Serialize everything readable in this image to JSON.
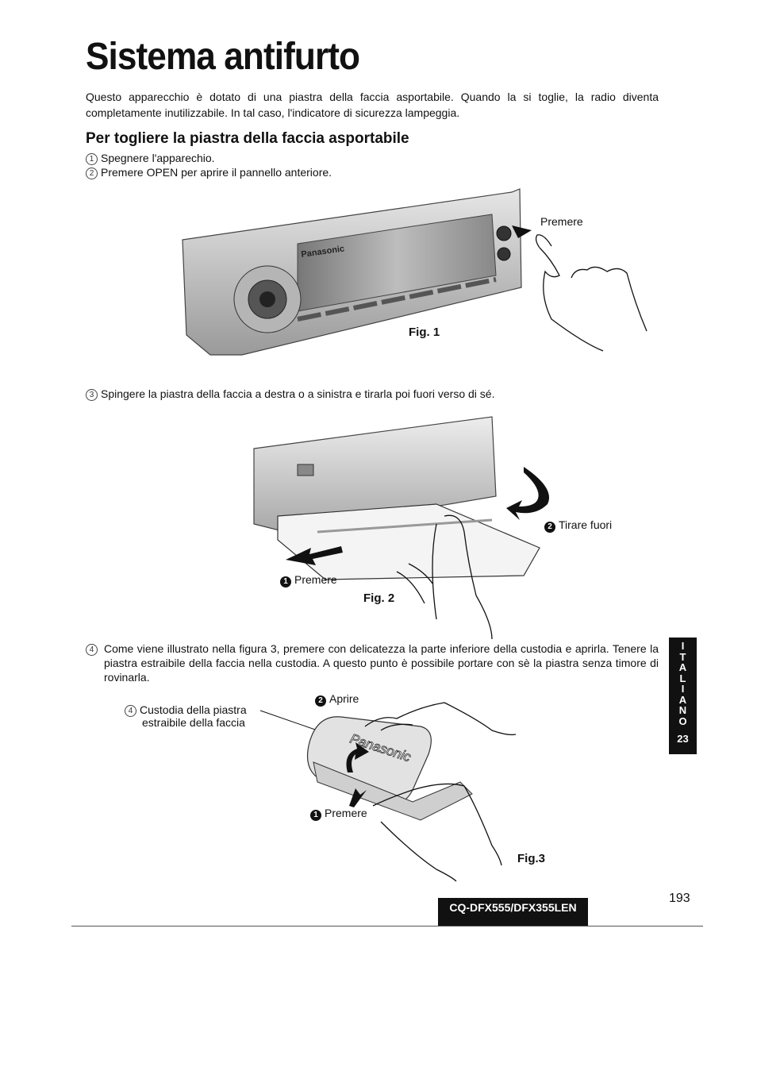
{
  "title": "Sistema antifurto",
  "intro": "Questo apparecchio è dotato di una piastra della faccia asportabile. Quando la si toglie, la radio diventa completamente inutilizzabile. In tal caso, l'indicatore di sicurezza lampeggia.",
  "section_heading": "Per togliere la piastra della faccia asportabile",
  "steps": [
    {
      "num": "1",
      "text": "Spegnere l'apparechio."
    },
    {
      "num": "2",
      "text": "Premere OPEN per aprire il pannello anteriore."
    },
    {
      "num": "3",
      "text": "Spingere la piastra della faccia a destra o a sinistra e tirarla poi fuori verso di sé."
    },
    {
      "num": "4",
      "text": "Come viene illustrato nella figura 3, premere con delicatezza la parte inferiore della custodia e aprirla. Tenere la piastra estraibile della faccia nella custodia. A questo punto è possibile portare con sè la piastra senza timore di rovinarla."
    }
  ],
  "fig1": {
    "label": "Fig. 1",
    "callout": "Premere",
    "brand": "Panasonic"
  },
  "fig2": {
    "label": "Fig. 2",
    "callout_push": {
      "marker": "1",
      "text": "Premere"
    },
    "callout_pull": {
      "marker": "2",
      "text": "Tirare fuori"
    }
  },
  "fig3": {
    "label": "Fig.3",
    "callout_open": {
      "marker": "2",
      "text": "Aprire"
    },
    "callout_push": {
      "marker": "1",
      "text": "Premere"
    },
    "case_label": {
      "marker": "4",
      "line1": "Custodia della piastra",
      "line2": "estraibile della faccia"
    },
    "brand": "Panasonic"
  },
  "side_tab": {
    "letters": [
      "I",
      "T",
      "A",
      "L",
      "I",
      "A",
      "N",
      "O"
    ],
    "page": "23"
  },
  "model": "CQ-DFX555/DFX355LEN",
  "page_number": "193"
}
